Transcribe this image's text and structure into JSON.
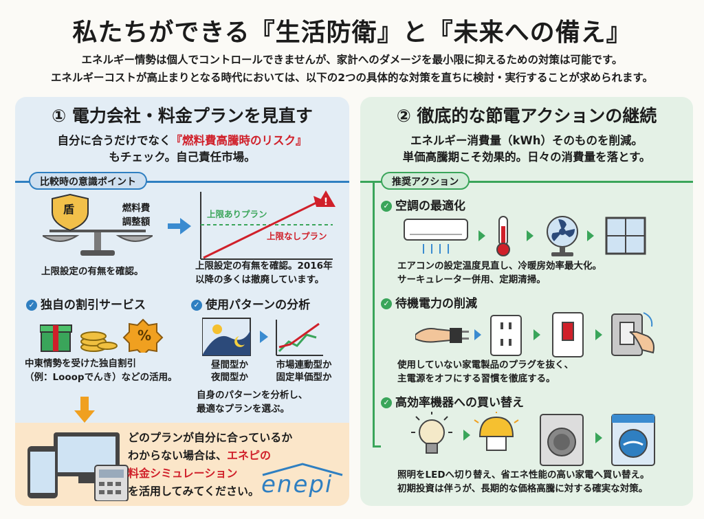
{
  "header": {
    "title": "私たちができる『生活防衛』と『未来への備え』",
    "lead1": "エネルギー情勢は個人でコントロールできませんが、家計へのダメージを最小限に抑えるための対策は可能です。",
    "lead2": "エネルギーコストが高止まりとなる時代においては、以下の2つの具体的な対策を直ちに検討・実行することが求められます。"
  },
  "left": {
    "title": "① 電力会社・料金プランを見直す",
    "sub1_pre": "自分に合うだけでなく",
    "sub1_red": "『燃料費高騰時のリスク』",
    "sub2": "もチェック。自己責任市場。",
    "tag": "比較時の意識ポイント",
    "shield_char": "盾",
    "fuel_label1": "燃料費",
    "fuel_label2": "調整額",
    "scale_caption": "上限設定の有無を確認。",
    "cap_plan": "上限ありプラン",
    "nocap_plan": "上限なしプラン",
    "chart_caption1": "上限設定の有無を確認。2016年",
    "chart_caption2": "以降の多くは撤廃しています。",
    "discount_head": "独自の割引サービス",
    "discount_cap1": "中東情勢を受けた独自割引",
    "discount_cap2": "（例：Looopでんき）などの活用。",
    "percent_sym": "%",
    "usage_head": "使用パターンの分析",
    "usage_lbl1a": "昼間型か",
    "usage_lbl1b": "夜間型か",
    "usage_lbl2a": "市場連動型か",
    "usage_lbl2b": "固定単価型か",
    "usage_cap1": "自身のパターンを分析し、",
    "usage_cap2": "最適なプランを選ぶ。",
    "sim1": "どのプランが自分に合っているか",
    "sim2_pre": "わからない場合は、",
    "sim2_red": "エネピの",
    "sim3_red": "料金シミュレーション",
    "sim4": "を活用してみてください。",
    "brand": "enepi"
  },
  "right": {
    "title": "② 徹底的な節電アクションの継続",
    "sub1": "エネルギー消費量（kWh）そのものを削減。",
    "sub2": "単価高騰期こそ効果的。日々の消費量を落とす。",
    "tag": "推奨アクション",
    "ac_head": "空調の最適化",
    "ac_cap1": "エアコンの設定温度見直し、冷暖房効率最大化。",
    "ac_cap2": "サーキュレーター併用、定期清掃。",
    "standby_head": "待機電力の削減",
    "standby_cap1": "使用していない家電製品のプラグを抜く、",
    "standby_cap2": "主電源をオフにする習慣を徹底する。",
    "eff_head": "高効率機器への買い替え",
    "eff_cap1": "照明をLEDへ切り替え、省エネ性能の高い家電へ買い替え。",
    "eff_cap2": "初期投資は伴うが、長期的な価格高騰に対する確実な対策。"
  },
  "colors": {
    "blue_accent": "#2f7fc1",
    "green_accent": "#3aa55a",
    "red": "#d0202a",
    "orange": "#f0a020"
  }
}
